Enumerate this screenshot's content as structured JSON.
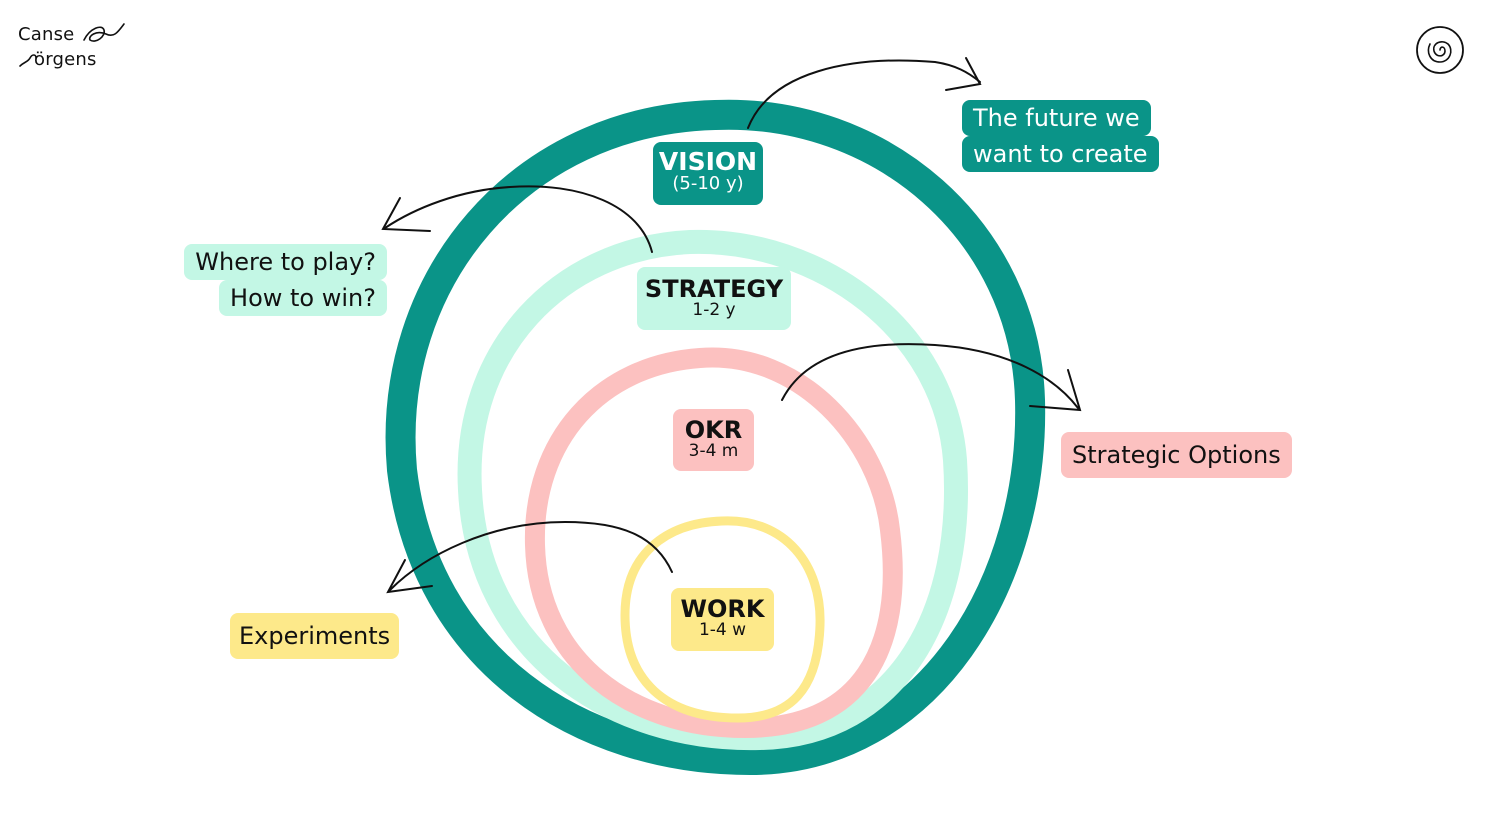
{
  "logo": {
    "line1": "Canse",
    "line2": "örgens"
  },
  "layers": [
    {
      "id": "vision",
      "title": "VISION",
      "subtitle": "(5-10 y)",
      "color": "#0a9488"
    },
    {
      "id": "strategy",
      "title": "STRATEGY",
      "subtitle": "1-2 y",
      "color": "#c3f7e5"
    },
    {
      "id": "okr",
      "title": "OKR",
      "subtitle": "3-4 m",
      "color": "#fcc1c0"
    },
    {
      "id": "work",
      "title": "WORK",
      "subtitle": "1-4 w",
      "color": "#fde98a"
    }
  ],
  "callouts": {
    "vision": [
      "The future we",
      "want to create"
    ],
    "strategy": [
      "Where to play?",
      "How to win?"
    ],
    "okr": "Strategic Options",
    "work": "Experiments"
  },
  "icons": {
    "top_right": "spiral-icon",
    "arrows": "curved-arrow-icon"
  }
}
